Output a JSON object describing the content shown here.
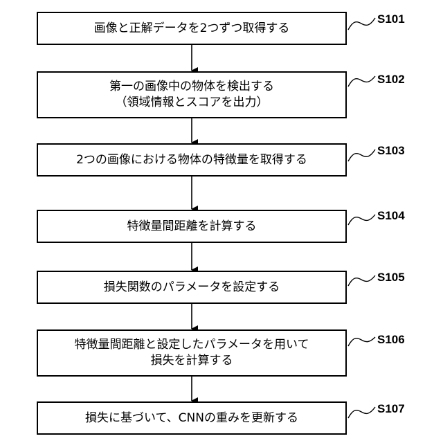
{
  "steps": [
    {
      "id": "S101",
      "lines": [
        "画像と正解データを2つずつ取得する"
      ]
    },
    {
      "id": "S102",
      "lines": [
        "第一の画像中の物体を検出する",
        "（領域情報とスコアを出力）"
      ]
    },
    {
      "id": "S103",
      "lines": [
        "2つの画像における物体の特徴量を取得する"
      ]
    },
    {
      "id": "S104",
      "lines": [
        "特徴量間距離を計算する"
      ]
    },
    {
      "id": "S105",
      "lines": [
        "損失関数のパラメータを設定する"
      ]
    },
    {
      "id": "S106",
      "lines": [
        "特徴量間距離と設定したパラメータを用いて",
        "損失を計算する"
      ]
    },
    {
      "id": "S107",
      "lines": [
        "損失に基づいて、CNNの重みを更新する"
      ]
    }
  ],
  "colors": {
    "stroke": "#000000",
    "background": "#ffffff"
  }
}
